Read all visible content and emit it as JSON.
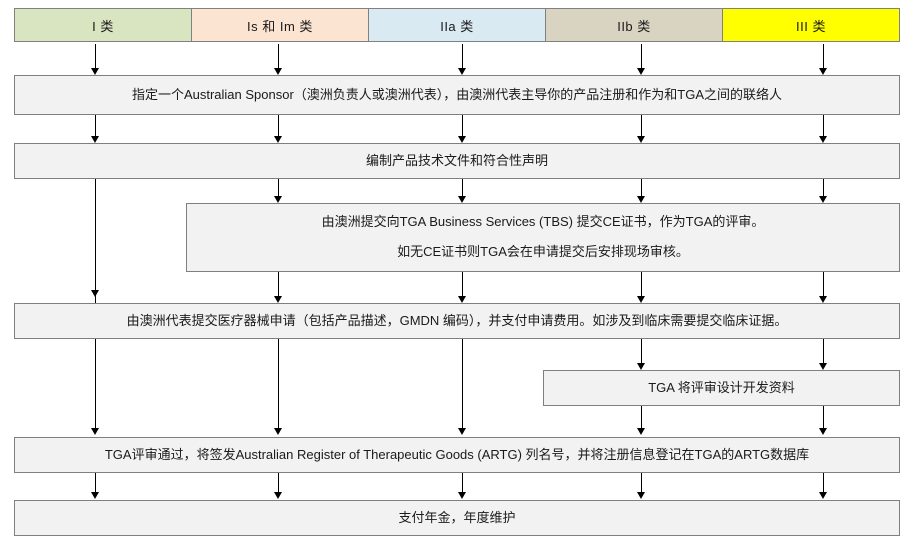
{
  "diagram": {
    "title": "TGA Medical Device Registration Flow",
    "colors": {
      "class_i": "#d9e5c0",
      "class_is_im": "#fce4d2",
      "class_iia": "#daeaf2",
      "class_iib": "#d9d4c2",
      "class_iii": "#ffff00",
      "box_fill": "#f2f2f2",
      "box_border": "#7f7f7f",
      "header_border": "#808080",
      "connector": "#000000",
      "text": "#1a1a1a"
    },
    "header": {
      "cells": [
        {
          "label": "I 类",
          "color_key": "class_i"
        },
        {
          "label": "Is 和 Im 类",
          "color_key": "class_is_im"
        },
        {
          "label": "IIa 类",
          "color_key": "class_iia"
        },
        {
          "label": "IIb 类",
          "color_key": "class_iib"
        },
        {
          "label": "III 类",
          "color_key": "class_iii"
        }
      ]
    },
    "steps": [
      {
        "id": "step-sponsor",
        "lines": [
          "指定一个Australian Sponsor（澳洲负责人或澳洲代表），由澳洲代表主导你的产品注册和作为和TGA之间的联络人"
        ]
      },
      {
        "id": "step-technical-file",
        "lines": [
          "编制产品技术文件和符合性声明"
        ]
      },
      {
        "id": "step-ce-certificate",
        "lines": [
          "由澳洲提交向TGA Business Services (TBS) 提交CE证书，作为TGA的评审。",
          "如无CE证书则TGA会在申请提交后安排现场审核。"
        ]
      },
      {
        "id": "step-device-application",
        "lines": [
          "由澳洲代表提交医疗器械申请（包括产品描述，GMDN 编码），并支付申请费用。如涉及到临床需要提交临床证据。"
        ]
      },
      {
        "id": "step-design-review",
        "lines": [
          "TGA 将评审设计开发资料"
        ]
      },
      {
        "id": "step-artg-listing",
        "lines": [
          "TGA评审通过，将签发Australian Register of Therapeutic Goods (ARTG) 列名号，并将注册信息登记在TGA的ARTG数据库"
        ]
      },
      {
        "id": "step-annual-fee",
        "lines": [
          "支付年金，年度维护"
        ]
      }
    ]
  }
}
